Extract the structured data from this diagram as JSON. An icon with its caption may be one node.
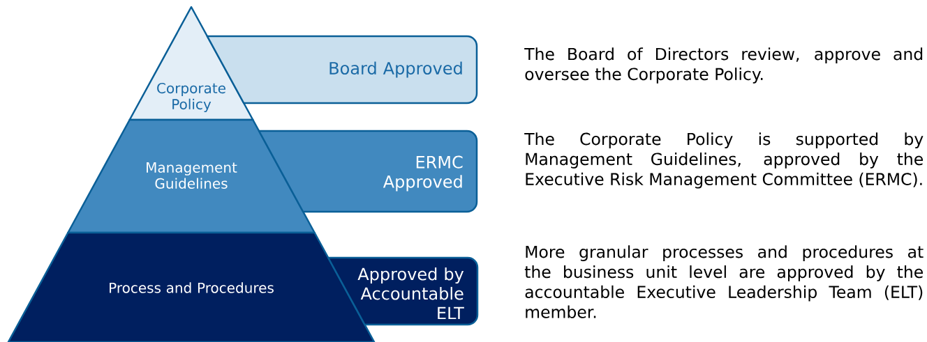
{
  "diagram": {
    "nodes": [
      {
        "text": [
          "Corporate Policy"
        ]
      },
      {
        "text": [
          "Board Approved"
        ]
      },
      {
        "text": [
          "Management Guidelines"
        ]
      },
      {
        "text": [
          "ERMC Approved"
        ]
      },
      {
        "text": [
          "Process and Procedures"
        ]
      },
      {
        "text": [
          "Approved by Accountable ELT"
        ]
      }
    ],
    "labels": [
      "The Board of Directors review, approve and oversee the Corporate Policy.",
      "The Corporate Policy is supported by Management Guidelines, approved by the Executive Risk Management Committee (ERMC).",
      "More granular processes and procedures at the business unit level are approved by the accountable Executive Leadership Team (ELT) member."
    ]
  }
}
